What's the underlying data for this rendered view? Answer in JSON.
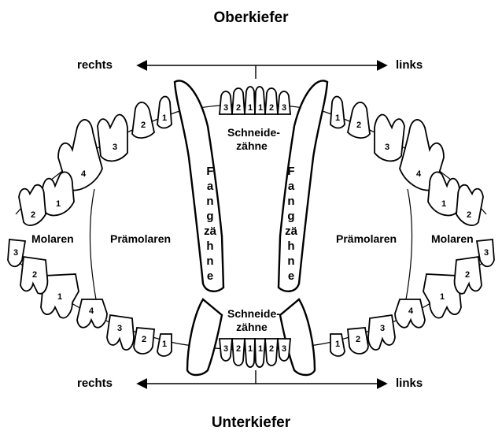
{
  "upper_jaw": {
    "title": "Oberkiefer"
  },
  "lower_jaw": {
    "title": "Unterkiefer"
  },
  "directions": {
    "right": "rechts",
    "left": "links"
  },
  "regions": {
    "incisors_line1": "Schneide-",
    "incisors_line2": "zähne",
    "canines": "Fangzähne",
    "premolars": "Prämolaren",
    "molars": "Molaren"
  },
  "tooth_numbers": {
    "incisors": [
      "3",
      "2",
      "1",
      "1",
      "2",
      "3"
    ],
    "premolars": [
      "1",
      "2",
      "3",
      "4"
    ],
    "molars_upper": [
      "1",
      "2"
    ],
    "molars_lower": [
      "1",
      "2",
      "3"
    ]
  },
  "colors": {
    "ink": "#000000",
    "paper": "#ffffff"
  }
}
